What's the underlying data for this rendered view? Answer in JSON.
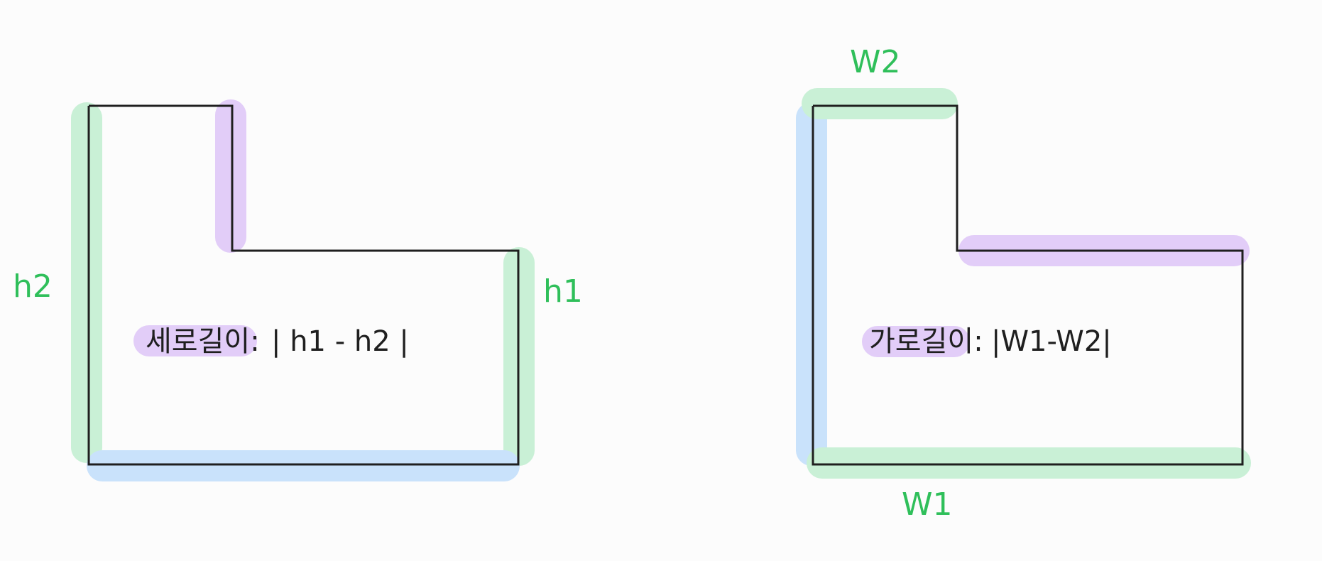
{
  "colors": {
    "green_highlight": "#c9f0d6",
    "purple_highlight": "#e2cdf8",
    "blue_highlight": "#c9e2fb",
    "label_green": "#2fbf5a",
    "outline": "#1f1f1f"
  },
  "left_figure": {
    "label_h2": "h2",
    "label_h1": "h1",
    "formula_prefix": "세로길이:",
    "formula_expr": "| h1 - h2 |"
  },
  "right_figure": {
    "label_w2": "W2",
    "label_w1": "W1",
    "formula_prefix": "가로길이:",
    "formula_expr": "|W1-W2|"
  }
}
